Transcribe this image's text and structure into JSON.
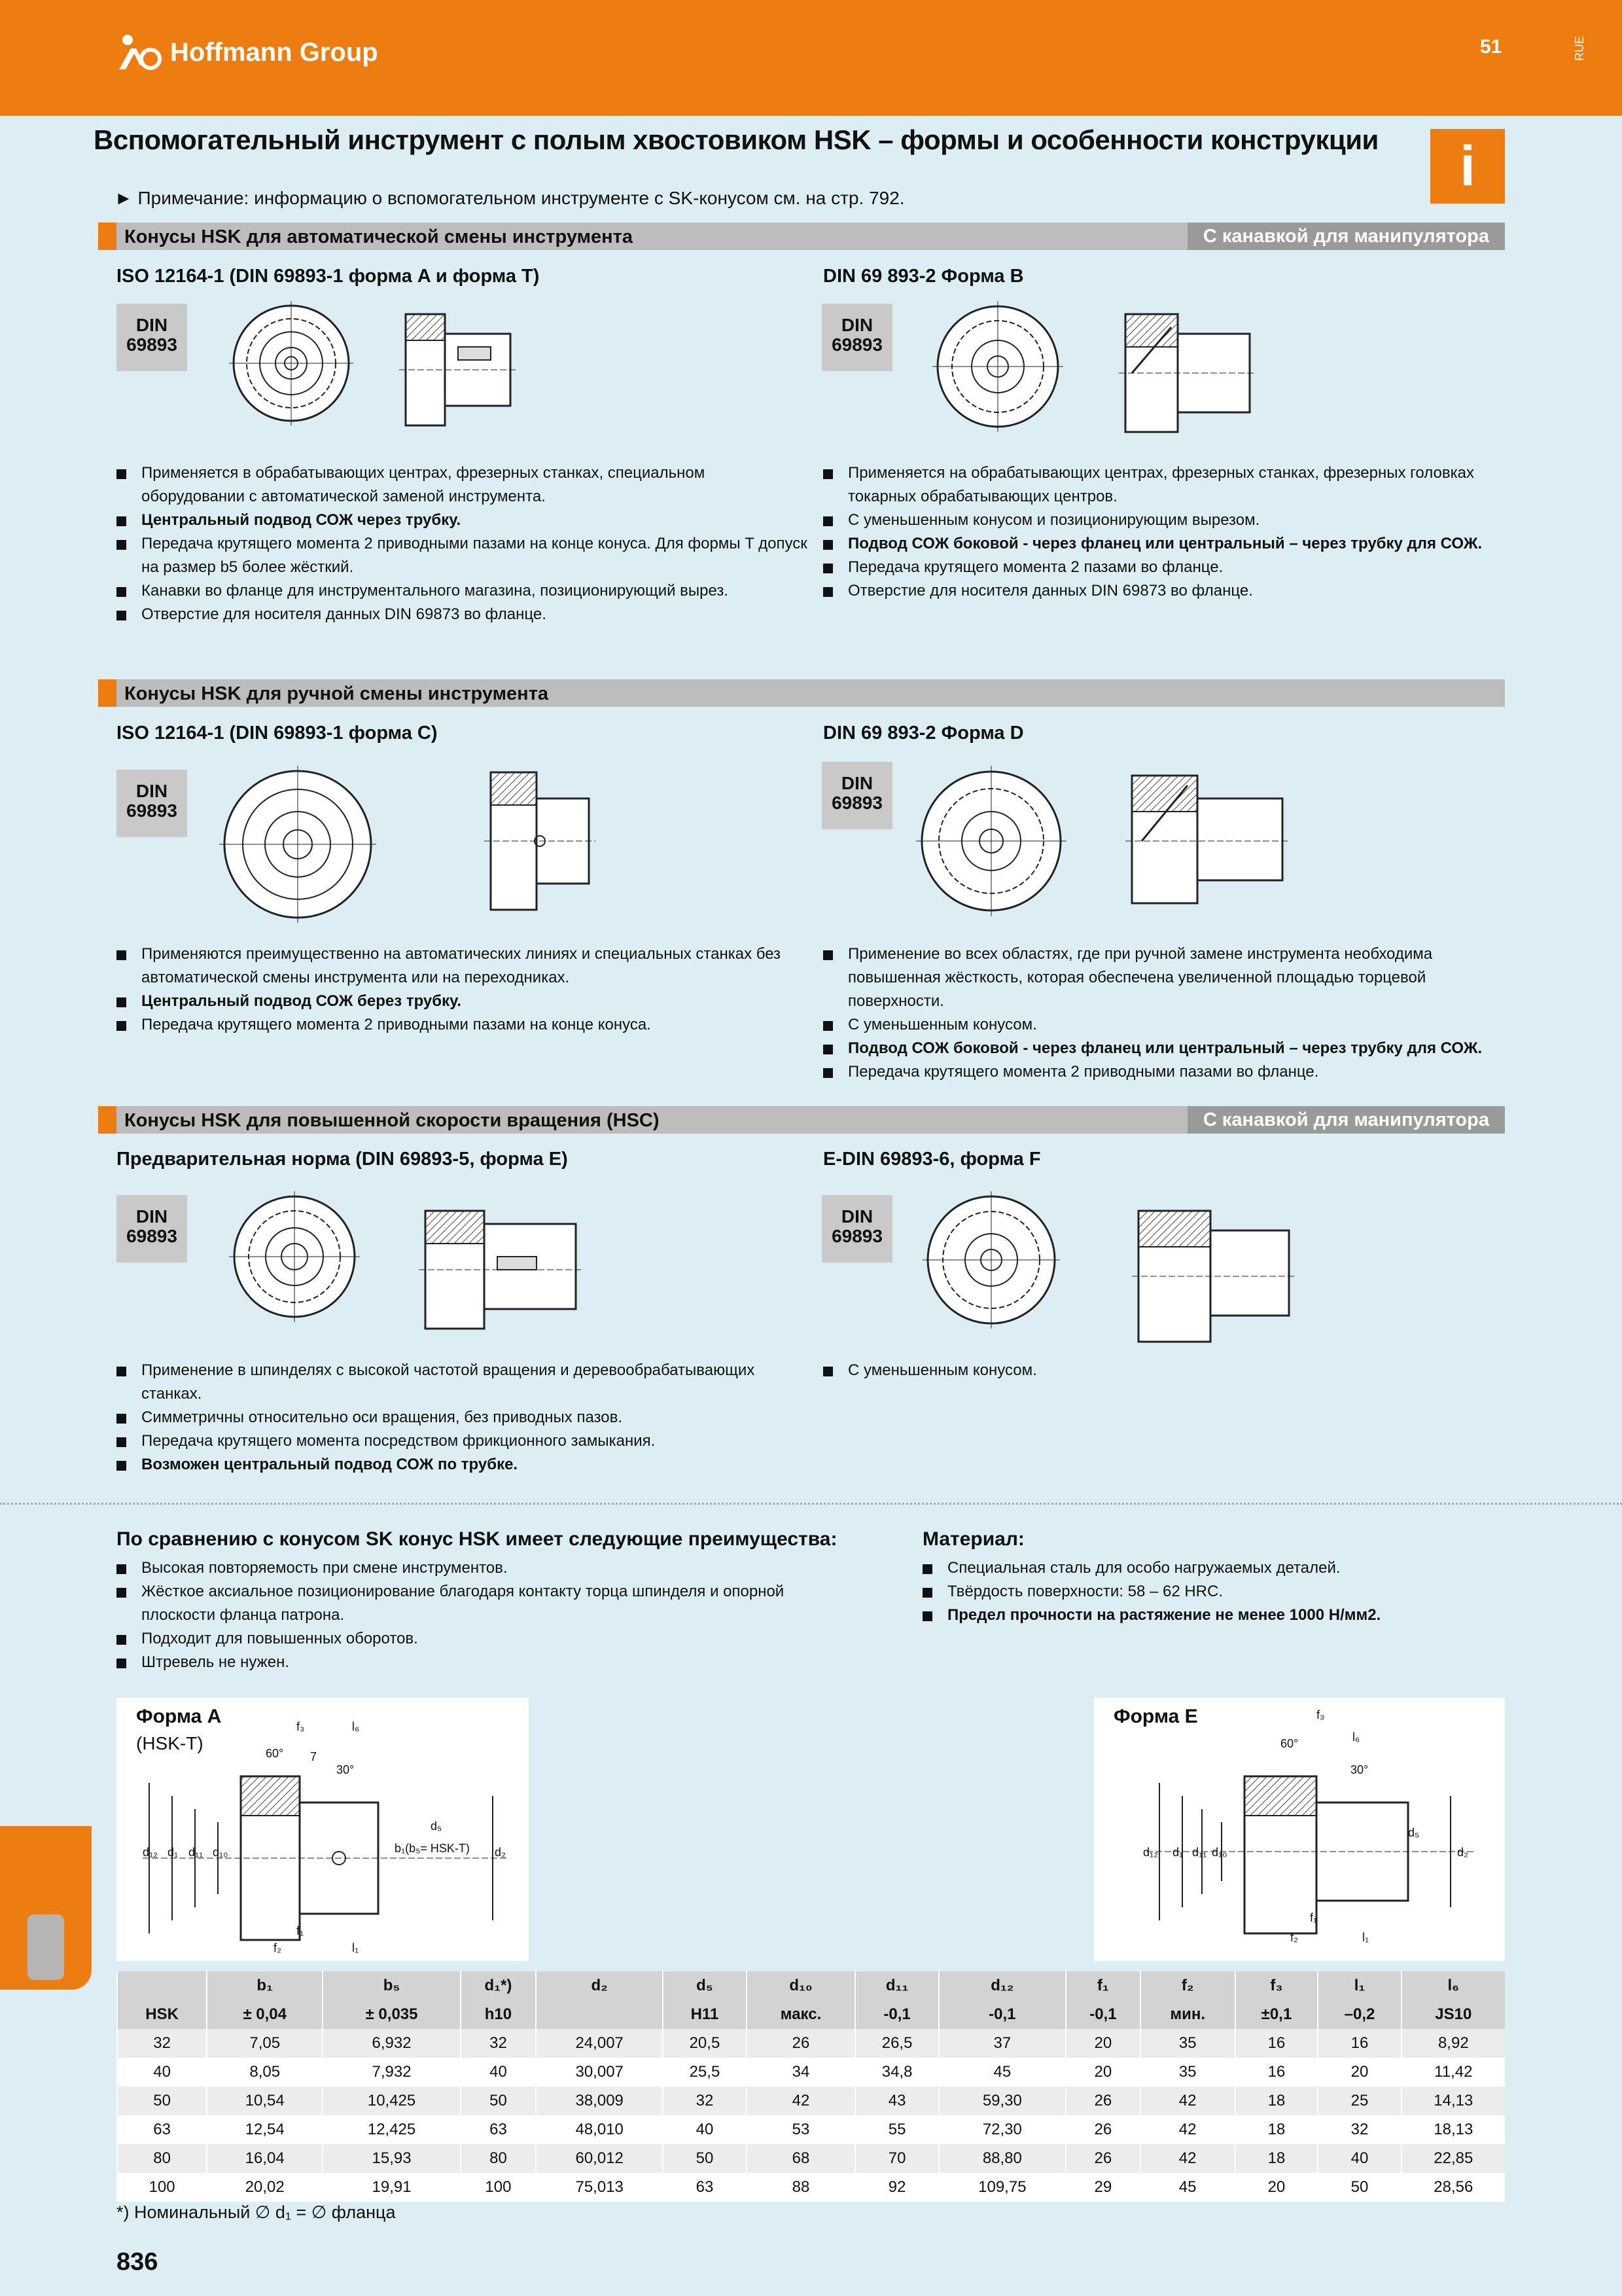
{
  "header": {
    "brand": "Hoffmann Group",
    "page_number": "51",
    "lang_code": "RUE"
  },
  "title": "Вспомогательный инструмент с полым хвостовиком HSK – формы и особенности конструкции",
  "info_badge": "i",
  "note": "► Примечание: информацию о вспомогательном инструменте с SK-конусом см. на стр. 792.",
  "din_label_line1": "DIN",
  "din_label_line2": "69893",
  "sections": [
    {
      "label": "Конусы HSK для автоматической смены инструмента",
      "tag": "С канавкой для манипулятора",
      "left_title": "ISO 12164-1 (DIN 69893-1 форма A и форма T)",
      "right_title": "DIN 69 893-2 Форма B",
      "left_bullets": [
        "Применяется в обрабатывающих центрах, фрезерных станках, специальном оборудовании с автоматической заменой инструмента.",
        "Центральный подвод СОЖ через трубку.",
        "Передача крутящего момента 2 приводными пазами на конце конуса. Для формы T допуск на размер b5 более жёсткий.",
        "Канавки во фланце для инструментального магазина, позиционирующий вырез.",
        "Отверстие для носителя данных DIN 69873 во фланце."
      ],
      "right_bullets": [
        "Применяется на обрабатывающих центрах, фрезерных станках, фрезерных головках токарных обрабатывающих центров.",
        "С уменьшенным конусом и позиционирующим вырезом.",
        "Подвод СОЖ боковой - через фланец или центральный – через трубку для СОЖ.",
        "Передача крутящего момента 2 пазами во фланце.",
        "Отверстие для носителя данных DIN 69873 во фланце."
      ]
    },
    {
      "label": "Конусы HSK для ручной смены инструмента",
      "tag": "",
      "left_title": "ISO 12164-1 (DIN 69893-1 форма C)",
      "right_title": "DIN 69 893-2 Форма D",
      "left_bullets": [
        "Применяются преимущественно на автоматических линиях и специальных станках без автоматической смены инструмента или на переходниках.",
        "Центральный подвод СОЖ берез трубку.",
        "Передача крутящего момента 2 приводными пазами на конце конуса."
      ],
      "right_bullets": [
        "Применение во всех областях, где при ручной замене инструмента необходима повышенная жёсткость, которая обеспечена увеличенной площадью торцевой поверхности.",
        "С уменьшенным конусом.",
        "Подвод СОЖ боковой - через фланец или центральный – через трубку для СОЖ.",
        "Передача крутящего момента 2 приводными пазами во фланце."
      ]
    },
    {
      "label": "Конусы HSK для повышенной скорости вращения (HSC)",
      "tag": "С канавкой для манипулятора",
      "left_title": "Предварительная норма (DIN 69893-5, форма E)",
      "right_title": "E-DIN 69893-6, форма F",
      "left_bullets": [
        "Применение в шпинделях с высокой частотой вращения и деревообрабатывающих станках.",
        "Симметричны относительно оси вращения, без приводных пазов.",
        "Передача крутящего момента посредством фрикционного замыкания.",
        "Возможен центральный подвод СОЖ по трубке."
      ],
      "right_bullets": [
        "С уменьшенным конусом."
      ]
    }
  ],
  "advantages": {
    "title": "По сравнению с конусом SK конус HSK имеет следующие преимущества:",
    "items": [
      "Высокая повторяемость при смене инструментов.",
      "Жёсткое аксиальное позиционирование благодаря контакту торца шпинделя и опорной плоскости фланца патрона.",
      "Подходит для повышенных оборотов.",
      "Штревель не нужен."
    ]
  },
  "material": {
    "title": "Материал:",
    "items": [
      "Специальная сталь для особо нагружаемых деталей.",
      "Твёрдость поверхности: 58 – 62 HRC.",
      "Предел прочности на растяжение не менее 1000 Н/мм2."
    ]
  },
  "form_a": {
    "title": "Форма A",
    "subtitle": "(HSK-T)",
    "labels": {
      "d12": "d₁₂",
      "d1": "d₁",
      "d11": "d₁₁",
      "d10": "d₁₀",
      "d2": "d₂",
      "d5": "d₅",
      "b1": "b₁(b₅= HSK-T)",
      "f1": "f₁",
      "f2": "f₂",
      "f3": "f₃",
      "l1": "l₁",
      "l6": "l₆",
      "a60": "60°",
      "a30": "30°",
      "seven": "7"
    }
  },
  "form_e": {
    "title": "Форма E",
    "labels": {
      "d12": "d₁₂",
      "d1": "d₁",
      "d11": "d₁₁",
      "d10": "d₁₀",
      "d2": "d₂",
      "d5": "d₅",
      "f1": "f₁",
      "f2": "f₂",
      "f3": "f₃",
      "l1": "l₁",
      "l6": "l₆",
      "a60": "60°",
      "a30": "30°"
    }
  },
  "table": {
    "header_row1": [
      "",
      "b₁",
      "b₅",
      "d₁*)",
      "d₂",
      "d₅",
      "d₁₀",
      "d₁₁",
      "d₁₂",
      "f₁",
      "f₂",
      "f₃",
      "l₁",
      "l₆"
    ],
    "header_row2": [
      "HSK",
      "± 0,04",
      "± 0,035",
      "h10",
      "",
      "H11",
      "макс.",
      "-0,1",
      "-0,1",
      "-0,1",
      "мин.",
      "±0,1",
      "–0,2",
      "JS10"
    ],
    "rows": [
      [
        "32",
        "7,05",
        "6,932",
        "32",
        "24,007",
        "20,5",
        "26",
        "26,5",
        "37",
        "20",
        "35",
        "16",
        "16",
        "8,92"
      ],
      [
        "40",
        "8,05",
        "7,932",
        "40",
        "30,007",
        "25,5",
        "34",
        "34,8",
        "45",
        "20",
        "35",
        "16",
        "20",
        "11,42"
      ],
      [
        "50",
        "10,54",
        "10,425",
        "50",
        "38,009",
        "32",
        "42",
        "43",
        "59,30",
        "26",
        "42",
        "18",
        "25",
        "14,13"
      ],
      [
        "63",
        "12,54",
        "12,425",
        "63",
        "48,010",
        "40",
        "53",
        "55",
        "72,30",
        "26",
        "42",
        "18",
        "32",
        "18,13"
      ],
      [
        "80",
        "16,04",
        "15,93",
        "80",
        "60,012",
        "50",
        "68",
        "70",
        "88,80",
        "26",
        "42",
        "18",
        "40",
        "22,85"
      ],
      [
        "100",
        "20,02",
        "19,91",
        "100",
        "75,013",
        "63",
        "88",
        "92",
        "109,75",
        "29",
        "45",
        "20",
        "50",
        "28,56"
      ]
    ]
  },
  "footnote": "*) Номинальный ∅ d₁ = ∅ фланца",
  "footer_page": "836",
  "colors": {
    "accent": "#ee7d11",
    "background": "#dceef3",
    "bar": "#bdbdbd",
    "tag": "#9a9a9a"
  }
}
